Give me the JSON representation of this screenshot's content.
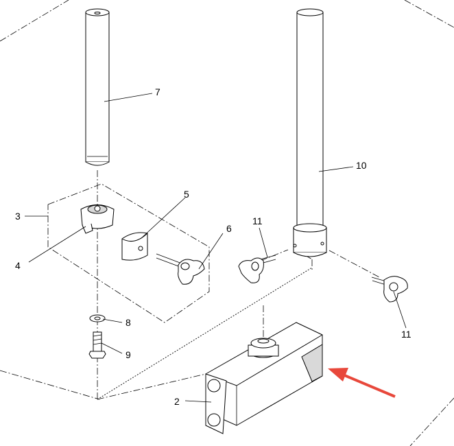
{
  "labels": {
    "part_2": "2",
    "part_3": "3",
    "part_4": "4",
    "part_5": "5",
    "part_6": "6",
    "part_7": "7",
    "part_8": "8",
    "part_9": "9",
    "part_10": "10",
    "part_11_left": "11",
    "part_11_right": "11"
  },
  "colors": {
    "arrow": "#e8483b",
    "line": "#000000",
    "shade": "#d9d9d9"
  }
}
